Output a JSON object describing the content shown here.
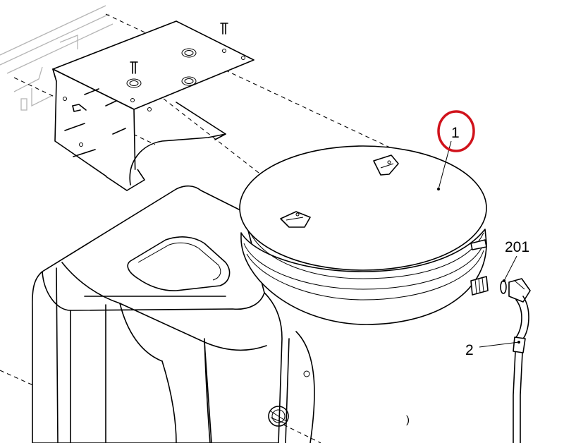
{
  "callouts": {
    "part1": "1",
    "part201": "201",
    "part2": "2",
    "stray_mark": ")"
  },
  "colors": {
    "line": "#000000",
    "highlight_ring": "#d0121b",
    "background": "#ffffff",
    "ghost_outline": "#b5b5b5"
  },
  "icons": {
    "highlight": "red-circle-highlight",
    "screw": "screw-icon"
  }
}
